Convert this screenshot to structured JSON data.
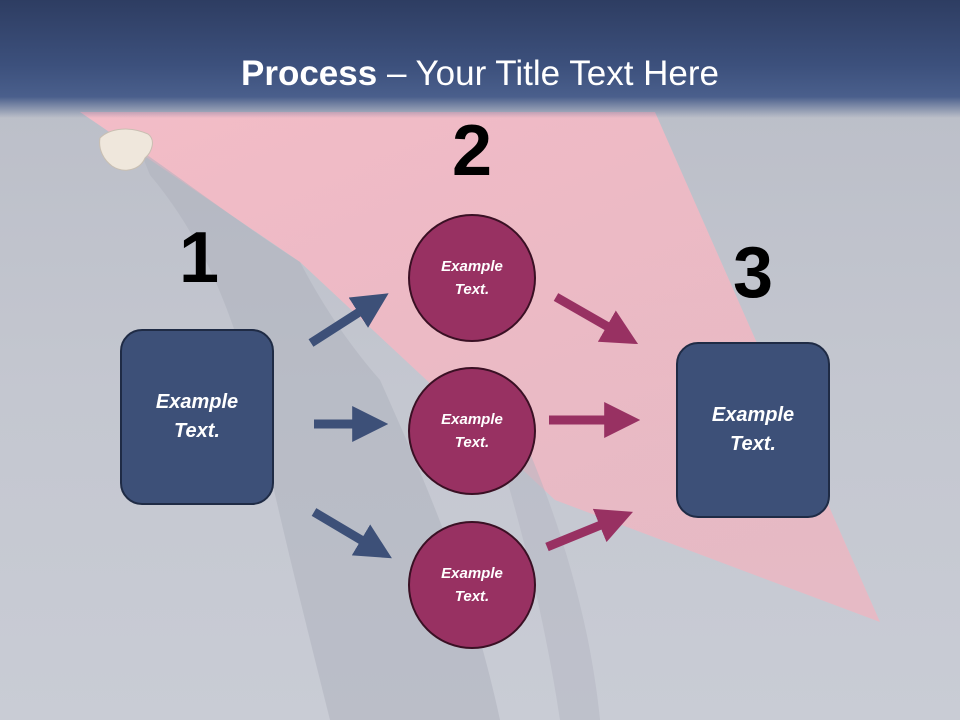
{
  "slide": {
    "title_bold": "Process",
    "title_rest": " – Your Title Text Here"
  },
  "steps": [
    {
      "number": "1"
    },
    {
      "number": "2"
    },
    {
      "number": "3"
    }
  ],
  "left_box": {
    "line1": "Example",
    "line2": "Text."
  },
  "circles": [
    {
      "line1": "Example",
      "line2": "Text."
    },
    {
      "line1": "Example",
      "line2": "Text."
    },
    {
      "line1": "Example",
      "line2": "Text."
    }
  ],
  "right_box": {
    "line1": "Example",
    "line2": "Text."
  },
  "colors": {
    "header": "#3c507c",
    "box_fill": "#3d5078",
    "circle_fill": "#983162",
    "arrow_blue": "#3d5078",
    "arrow_magenta": "#983162",
    "spotlight": "#f7bfc9"
  }
}
